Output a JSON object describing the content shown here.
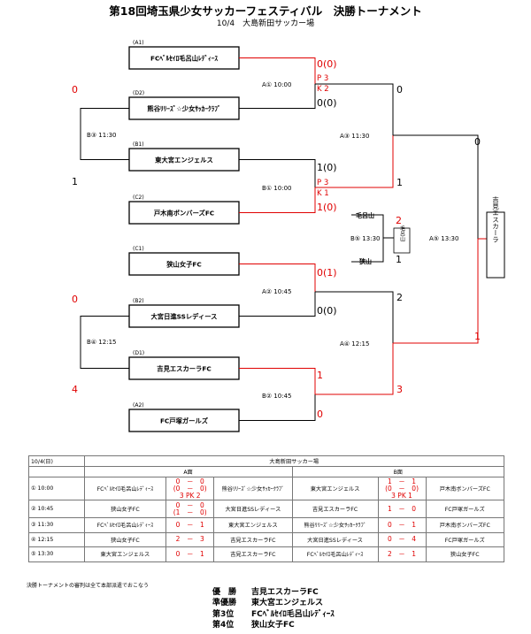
{
  "title": "第18回埼玉県少女サッカーフェスティバル　決勝トーナメント",
  "subtitle": "10/4　大島新田サッカー場",
  "bracket": {
    "teams": [
      {
        "code": "(A1)",
        "name": "FCﾍﾞﾙｾｲﾛ毛呂山ﾚﾃﾞｨｰｽ"
      },
      {
        "code": "(D2)",
        "name": "熊谷ﾘﾘｰｽﾞ☆少女ｻｯｶｰｸﾗﾌﾞ"
      },
      {
        "code": "(B1)",
        "name": "東大宮エンジェルス"
      },
      {
        "code": "(C2)",
        "name": "戸木南ボンバーズFC"
      },
      {
        "code": "(C1)",
        "name": "狭山女子FC"
      },
      {
        "code": "(B2)",
        "name": "大宮日進SSレディース"
      },
      {
        "code": "(D1)",
        "name": "吉見エスカーラFC"
      },
      {
        "code": "(A2)",
        "name": "FC戸塚ガールズ"
      }
    ],
    "matches": {
      "a1": {
        "label": "A① 10:00",
        "top": "0(0)",
        "pk_top": "P 3",
        "pk_bottom": "K 2",
        "bottom": "0(0)"
      },
      "b1": {
        "label": "B① 10:00",
        "top": "1(0)",
        "pk_top": "P 3",
        "pk_bottom": "K 1",
        "bottom": "1(0)"
      },
      "a2": {
        "label": "A② 10:45",
        "top": "0(1)",
        "bottom": "0(0)"
      },
      "b2": {
        "label": "B② 10:45",
        "top": "1",
        "bottom": "0"
      },
      "a3": {
        "label": "A③ 11:30",
        "top": "0",
        "bottom": "1"
      },
      "a4": {
        "label": "A④ 12:15",
        "top": "2",
        "bottom": "3"
      },
      "b3": {
        "label": "B③ 11:30",
        "top": "0",
        "bottom": "1"
      },
      "b4": {
        "label": "B④ 12:15",
        "top": "0",
        "bottom": "4"
      },
      "b5": {
        "label": "B⑤ 13:30",
        "team_top": "毛呂山",
        "team_bottom": "狭山",
        "top": "2",
        "bottom": "1",
        "right_label": "毛呂山"
      },
      "a5": {
        "label": "A⑤ 13:30",
        "top": "0",
        "bottom": "1"
      }
    },
    "champion": "吉見エスカーラ"
  },
  "results": {
    "date": "10/4(日)",
    "venue": "大島新田サッカー場",
    "courtA": "A面",
    "courtB": "B面",
    "rows": [
      {
        "no": "① 10:00",
        "a_home": "FCﾍﾞﾙｾｲﾛ毛呂山ﾚﾃﾞｨｰｽ",
        "a_score": [
          "0　－　0",
          "(0　－　0)",
          "3 PK 2"
        ],
        "a_away": "熊谷ﾘﾘｰｽﾞ☆少女ｻｯｶｰｸﾗﾌﾞ",
        "b_home": "東大宮エンジェルス",
        "b_score": [
          "1　－　1",
          "(0　－　0)",
          "3 PK 1"
        ],
        "b_away": "戸木南ボンバーズFC"
      },
      {
        "no": "② 10:45",
        "a_home": "狭山女子FC",
        "a_score": [
          "0　－　0",
          "(1　－　0)"
        ],
        "a_away": "大宮日進SSレディース",
        "b_home": "吉見エスカーラFC",
        "b_score": [
          "1　－　0"
        ],
        "b_away": "FC戸塚ガールズ"
      },
      {
        "no": "③ 11:30",
        "a_home": "FCﾍﾞﾙｾｲﾛ毛呂山ﾚﾃﾞｨｰｽ",
        "a_score": [
          "0　－　1"
        ],
        "a_away": "東大宮エンジェルス",
        "b_home": "熊谷ﾘﾘｰｽﾞ☆少女ｻｯｶｰｸﾗﾌﾞ",
        "b_score": [
          "0　－　1"
        ],
        "b_away": "戸木南ボンバーズFC"
      },
      {
        "no": "④ 12:15",
        "a_home": "狭山女子FC",
        "a_score": [
          "2　－　3"
        ],
        "a_away": "吉見エスカーラFC",
        "b_home": "大宮日進SSレディース",
        "b_score": [
          "0　－　4"
        ],
        "b_away": "FC戸塚ガールズ"
      },
      {
        "no": "⑤ 13:30",
        "a_home": "東大宮エンジェルス",
        "a_score": [
          "0　－　1"
        ],
        "a_away": "吉見エスカーラFC",
        "b_home": "FCﾍﾞﾙｾｲﾛ毛呂山ﾚﾃﾞｨｰｽ",
        "b_score": [
          "2　－　1"
        ],
        "b_away": "狭山女子FC"
      }
    ]
  },
  "note": "決勝トーナメントの審判は全て本部派遣でおこなう",
  "standings": [
    {
      "rank": "優　勝",
      "team": "吉見エスカーラFC"
    },
    {
      "rank": "準優勝",
      "team": "東大宮エンジェルス"
    },
    {
      "rank": "第3位",
      "team": "FCﾍﾞﾙｾｲﾛ毛呂山ﾚﾃﾞｨｰｽ"
    },
    {
      "rank": "第4位",
      "team": "狭山女子FC"
    }
  ]
}
